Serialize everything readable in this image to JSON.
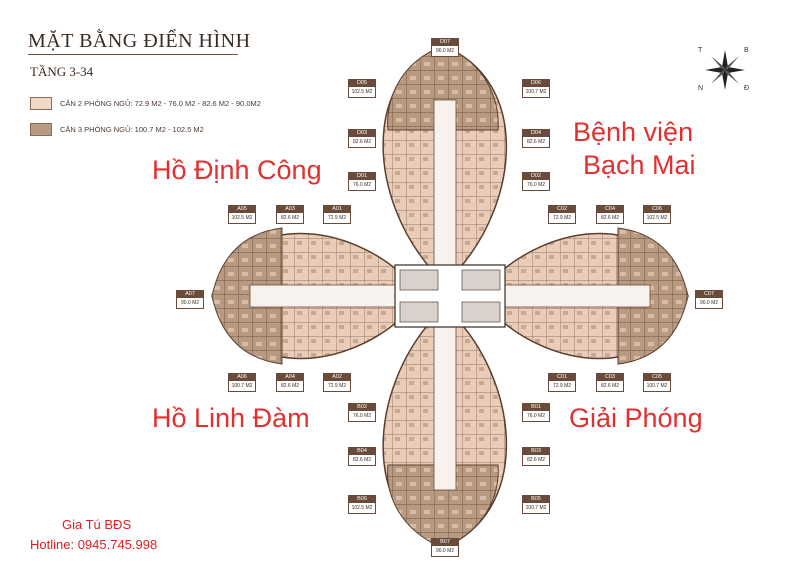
{
  "header": {
    "title": "MẶT BẰNG ĐIỂN HÌNH",
    "floors": "TẦNG 3-34"
  },
  "legend": [
    {
      "label": "CĂN 2 PHÒNG NGỦ: 72.9 M2 - 76.0 M2 - 82.6 M2 - 90.0M2",
      "color": "#f3d8c8"
    },
    {
      "label": "CĂN 3 PHÒNG NGỦ: 100.7 M2 - 102.5 M2",
      "color": "#b89a80"
    }
  ],
  "directions": {
    "top_left": "Hồ Định Công",
    "top_right_1": "Bệnh viện",
    "top_right_2": "Bạch Mai",
    "bottom_left": "Hồ Linh Đàm",
    "bottom_right": "Giải Phóng"
  },
  "compass": {
    "n1": "T",
    "n2": "B",
    "n3": "N",
    "n4": "Đ"
  },
  "credit": {
    "name": "Gia Tú BĐS",
    "hotline": "Hotline: 0945.745.998"
  },
  "units": {
    "D07": {
      "code": "D07",
      "area": "90.0 M2"
    },
    "D05": {
      "code": "D05",
      "area": "102.5 M2"
    },
    "D06": {
      "code": "D06",
      "area": "100.7 M2"
    },
    "D03": {
      "code": "D03",
      "area": "82.6 M2"
    },
    "D04": {
      "code": "D04",
      "area": "82.6 M2"
    },
    "D01": {
      "code": "D01",
      "area": "76.0 M2"
    },
    "D02": {
      "code": "D02",
      "area": "76.0 M2"
    },
    "A05": {
      "code": "A05",
      "area": "102.5 M2"
    },
    "A03": {
      "code": "A03",
      "area": "82.6 M2"
    },
    "A01": {
      "code": "A01",
      "area": "72.9 M2"
    },
    "A07": {
      "code": "A07",
      "area": "90.0 M2"
    },
    "A06": {
      "code": "A06",
      "area": "100.7 M2"
    },
    "A04": {
      "code": "A04",
      "area": "82.6 M2"
    },
    "A02": {
      "code": "A02",
      "area": "72.9 M2"
    },
    "C02": {
      "code": "C02",
      "area": "72.9 M2"
    },
    "C04": {
      "code": "C04",
      "area": "82.6 M2"
    },
    "C06": {
      "code": "C06",
      "area": "102.5 M2"
    },
    "C07": {
      "code": "C07",
      "area": "90.0 M2"
    },
    "C01": {
      "code": "C01",
      "area": "72.9 M2"
    },
    "C03": {
      "code": "C03",
      "area": "82.6 M2"
    },
    "C05": {
      "code": "C05",
      "area": "100.7 M2"
    },
    "B02": {
      "code": "B02",
      "area": "76.0 M2"
    },
    "B01": {
      "code": "B01",
      "area": "76.0 M2"
    },
    "B04": {
      "code": "B04",
      "area": "82.6 M2"
    },
    "B03": {
      "code": "B03",
      "area": "82.6 M2"
    },
    "B06": {
      "code": "B06",
      "area": "102.5 M2"
    },
    "B05": {
      "code": "B05",
      "area": "100.7 M2"
    },
    "B07": {
      "code": "B07",
      "area": "90.0 M2"
    }
  }
}
